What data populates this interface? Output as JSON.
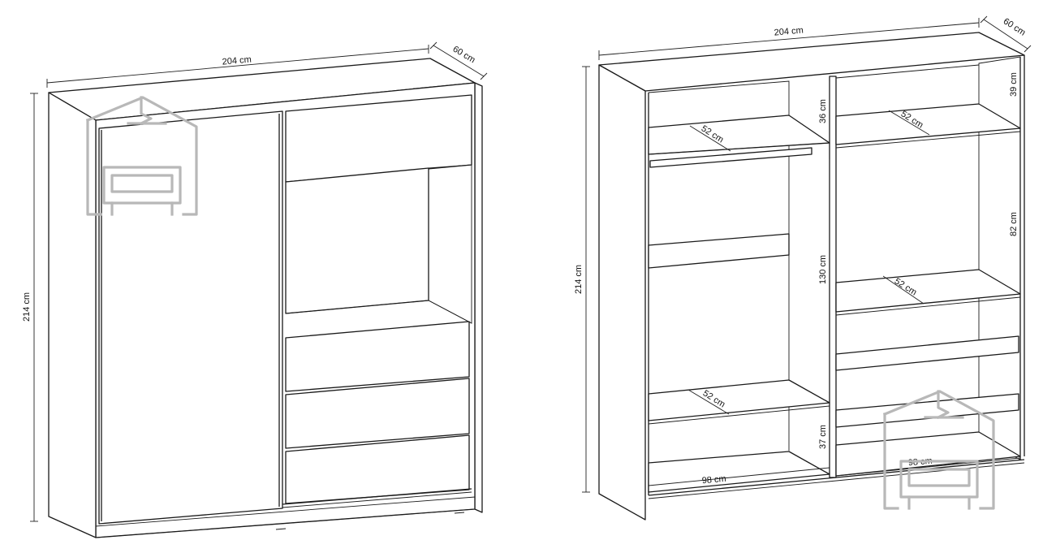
{
  "left_view": {
    "width": "204 cm",
    "depth": "60 cm",
    "height": "214 cm"
  },
  "right_view": {
    "width": "204 cm",
    "depth": "60 cm",
    "height": "214 cm",
    "shelf_depth_top_left": "52 cm",
    "shelf_depth_top_right": "52 cm",
    "shelf_depth_mid_right": "52 cm",
    "shelf_depth_low_left": "52 cm",
    "top_compartment_left": "36 cm",
    "top_compartment_right": "39 cm",
    "hanging_section_right": "82 cm",
    "hanging_section_left": "130 cm",
    "bottom_compartment_left": "37 cm",
    "bottom_width_left": "98 cm",
    "bottom_width_right": "98 cm"
  },
  "icons": [
    "house-sofa-watermark-icon",
    "house-sofa-watermark-icon"
  ]
}
